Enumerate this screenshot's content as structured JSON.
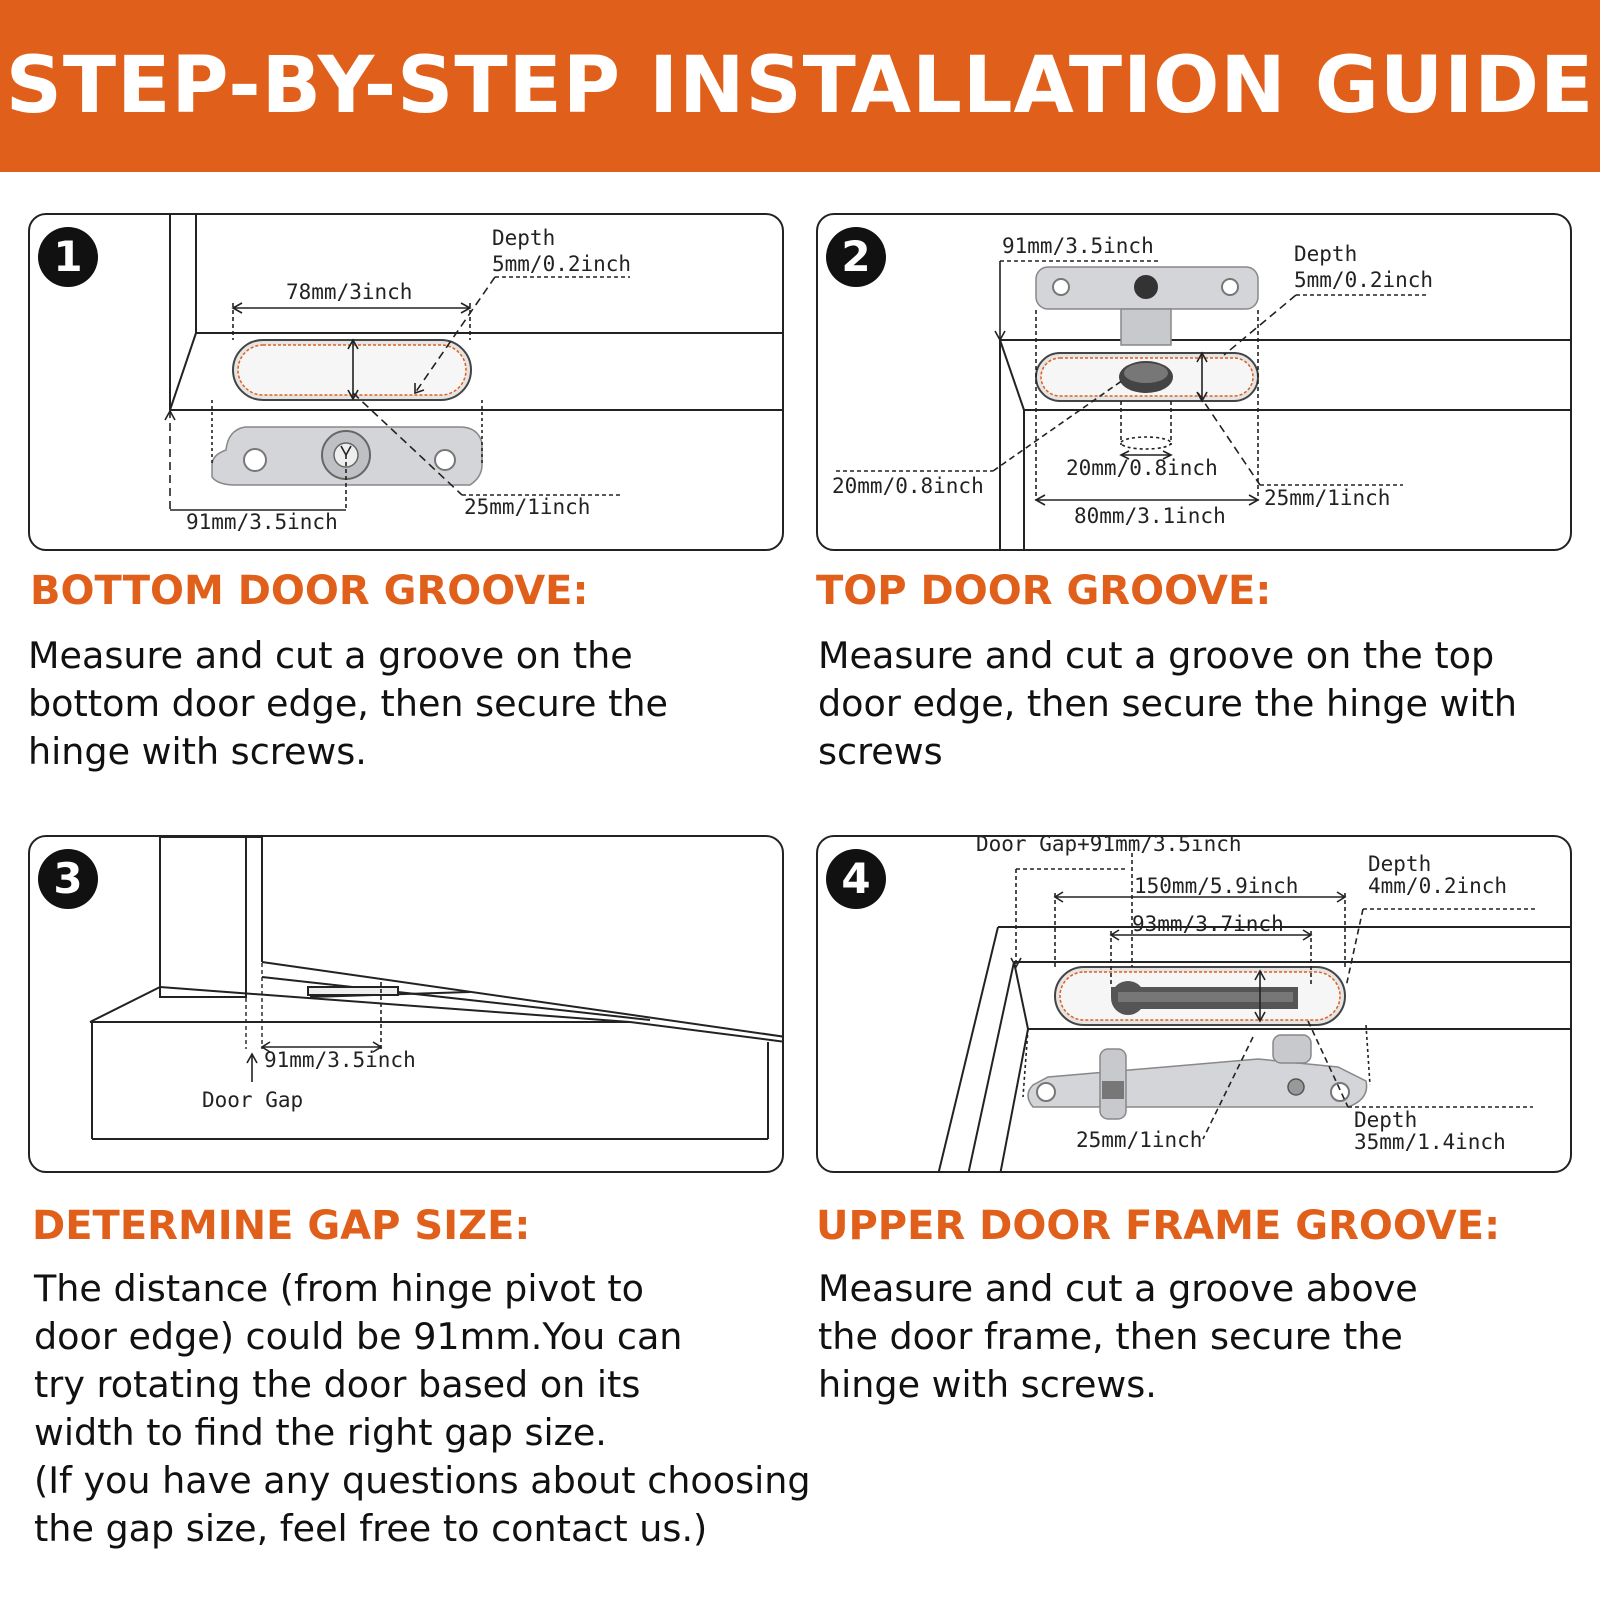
{
  "header": {
    "title": "STEP-BY-STEP INSTALLATION GUIDE"
  },
  "colors": {
    "accent": "#e0601b",
    "text": "#111111",
    "metal": "#d9dadc"
  },
  "steps": [
    {
      "number": "1",
      "heading": "BOTTOM DOOR GROOVE:",
      "text": "Measure and cut a groove on the\nbottom door edge, then secure the\nhinge with screws.",
      "labels": {
        "depth_title": "Depth",
        "depth_value": "5mm/0.2inch",
        "length": "78mm/3inch",
        "width": "25mm/1inch",
        "offset": "91mm/3.5inch"
      }
    },
    {
      "number": "2",
      "heading": "TOP DOOR GROOVE:",
      "text": "Measure and cut a groove on the top\ndoor edge, then secure the hinge with\nscrews",
      "labels": {
        "offset": "91mm/3.5inch",
        "depth_title": "Depth",
        "depth_value": "5mm/0.2inch",
        "edge_offset": "20mm/0.8inch",
        "hole": "20mm/0.8inch",
        "width": "25mm/1inch",
        "length": "80mm/3.1inch"
      }
    },
    {
      "number": "3",
      "heading": "DETERMINE GAP SIZE:",
      "text": "The distance (from hinge pivot to\ndoor edge) could be 91mm.You can\ntry rotating the door based on its\nwidth to find the right gap size.\n(If you have any questions about choosing\nthe gap size, feel free to contact us.)",
      "labels": {
        "distance": "91mm/3.5inch",
        "gap": "Door Gap"
      }
    },
    {
      "number": "4",
      "heading": "UPPER DOOR FRAME GROOVE:",
      "text": "Measure and cut a groove above\nthe door frame, then secure the\nhinge with screws.",
      "labels": {
        "offset": "Door Gap+91mm/3.5inch",
        "length": "150mm/5.9inch",
        "slot": "93mm/3.7inch",
        "depth_title": "Depth",
        "depth_value": "4mm/0.2inch",
        "width": "25mm/1inch",
        "depth2_title": "Depth",
        "depth2_value": "35mm/1.4inch"
      }
    }
  ]
}
